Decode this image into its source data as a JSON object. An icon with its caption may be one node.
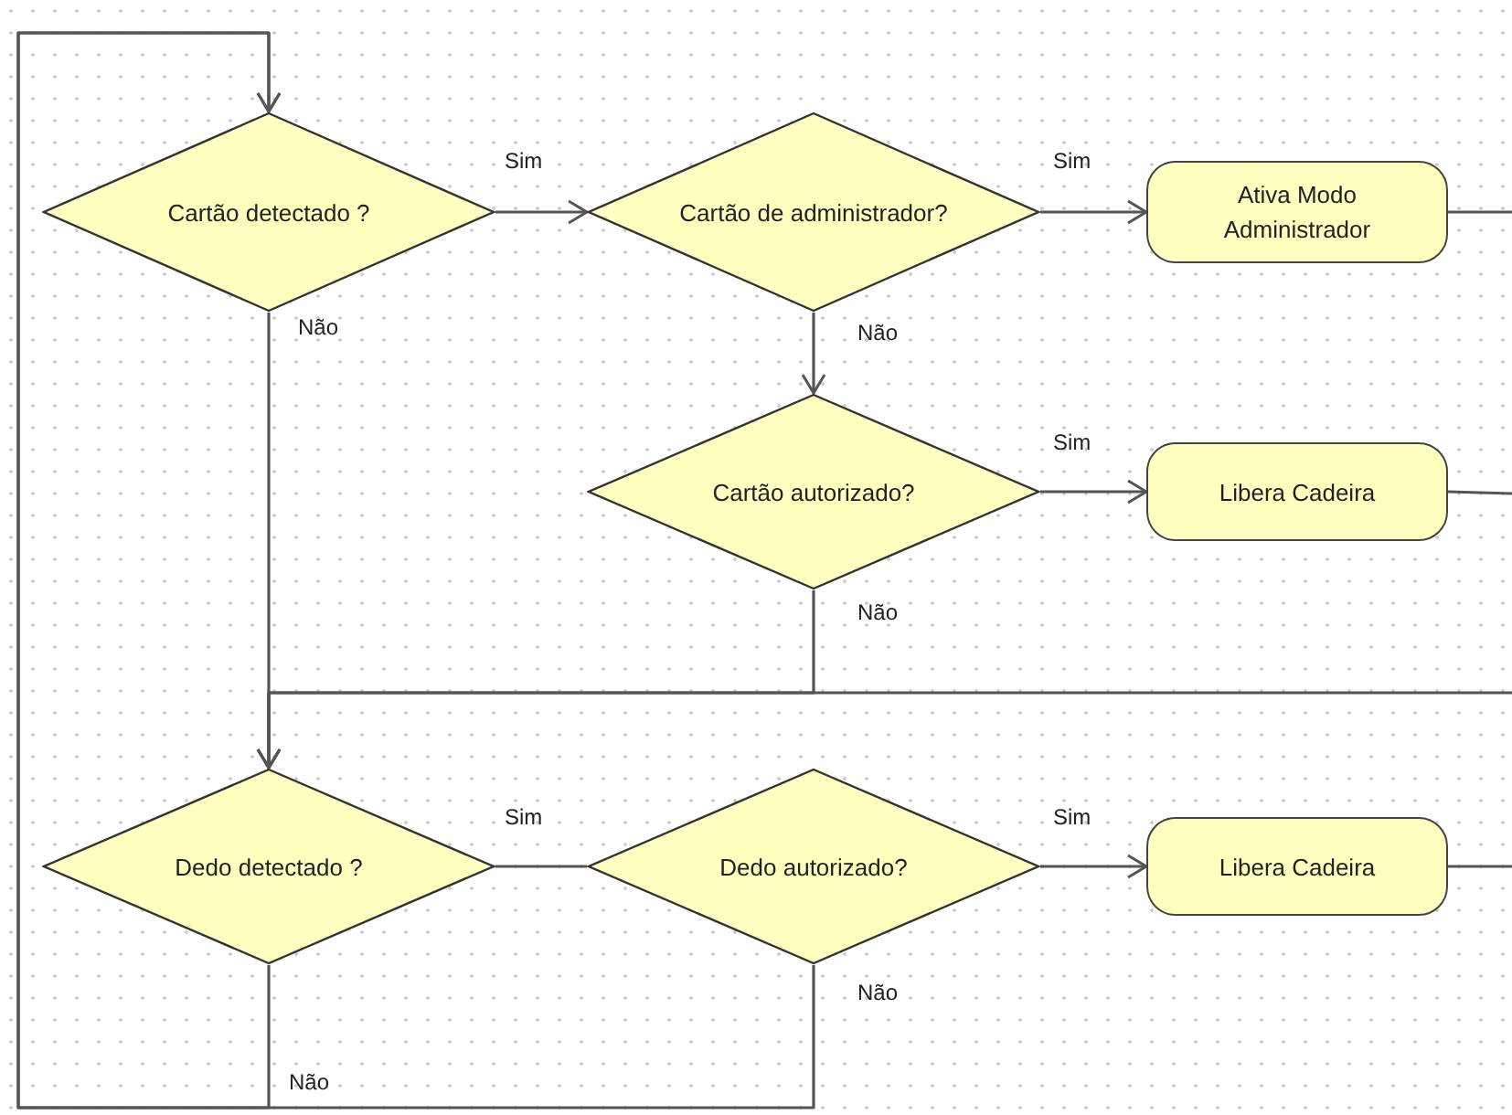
{
  "diagram": {
    "nodes": [
      {
        "text": [
          "Cartão detectado ?"
        ]
      },
      {
        "text": [
          "Cartão de administrador?"
        ]
      },
      {
        "text": [
          "Ativa Modo Administrador"
        ]
      },
      {
        "text": [
          "Cartão autorizado?"
        ]
      },
      {
        "text": [
          "Libera Cadeira"
        ]
      },
      {
        "text": [
          "Dedo detectado ?"
        ]
      },
      {
        "text": [
          "Dedo autorizado?"
        ]
      },
      {
        "text": [
          "Libera Cadeira"
        ]
      }
    ],
    "edges": [
      {
        "from": 0,
        "to": 1,
        "arrow": "to",
        "label": "Sim"
      },
      {
        "from": 1,
        "to": 2,
        "arrow": "to",
        "label": "Sim"
      },
      {
        "from": 1,
        "to": 3,
        "arrow": "to",
        "label": "Não"
      },
      {
        "from": 3,
        "to": 4,
        "arrow": "to",
        "label": "Sim"
      },
      {
        "from": 0,
        "to": 5,
        "arrow": "to",
        "label": "Não"
      },
      {
        "from": 3,
        "to": 5,
        "arrow": "to",
        "label": "Não"
      },
      {
        "from": 2,
        "to": null,
        "arrow": "none"
      },
      {
        "from": 4,
        "to": null,
        "arrow": "none"
      },
      {
        "from": null,
        "to": 5,
        "arrow": "to"
      },
      {
        "from": 5,
        "to": 6,
        "arrow": "none",
        "label": "Sim"
      },
      {
        "from": 6,
        "to": 7,
        "arrow": "to",
        "label": "Sim"
      },
      {
        "from": 7,
        "to": null,
        "arrow": "none"
      },
      {
        "from": 6,
        "to": 0,
        "arrow": "to",
        "label": "Não"
      },
      {
        "from": 5,
        "to": 0,
        "arrow": "to",
        "label": "Não"
      }
    ]
  }
}
